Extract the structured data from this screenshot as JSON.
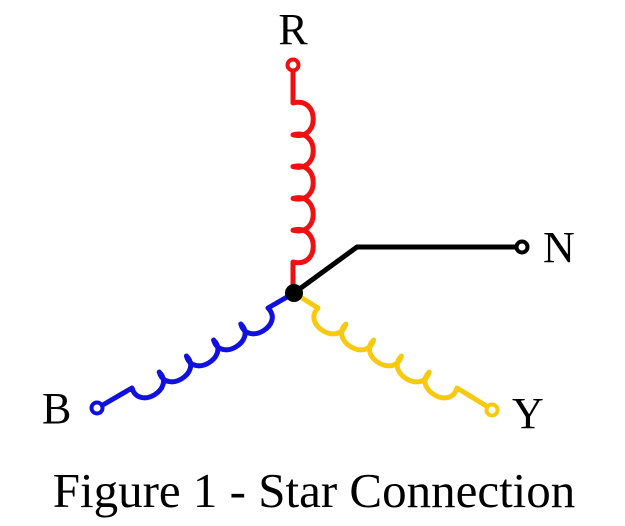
{
  "labels": {
    "r": "R",
    "n": "N",
    "b": "B",
    "y": "Y"
  },
  "caption": "Figure 1 - Star Connection",
  "colors": {
    "r": "#ee1111",
    "y": "#f7c911",
    "b": "#1010e0",
    "n": "#000000"
  }
}
